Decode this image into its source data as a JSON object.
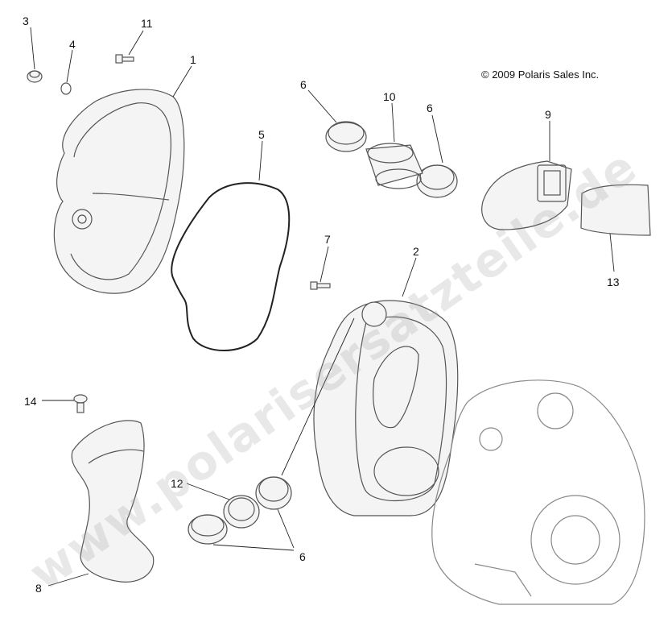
{
  "copyright": "© 2009 Polaris Sales Inc.",
  "watermark": "www.polarisersatzteile.de",
  "callouts": {
    "c1": "1",
    "c2": "2",
    "c3": "3",
    "c4": "4",
    "c5": "5",
    "c6a": "6",
    "c6b": "6",
    "c6c": "6",
    "c7": "7",
    "c8": "8",
    "c9": "9",
    "c10": "10",
    "c11": "11",
    "c12": "12",
    "c13": "13",
    "c14": "14"
  }
}
